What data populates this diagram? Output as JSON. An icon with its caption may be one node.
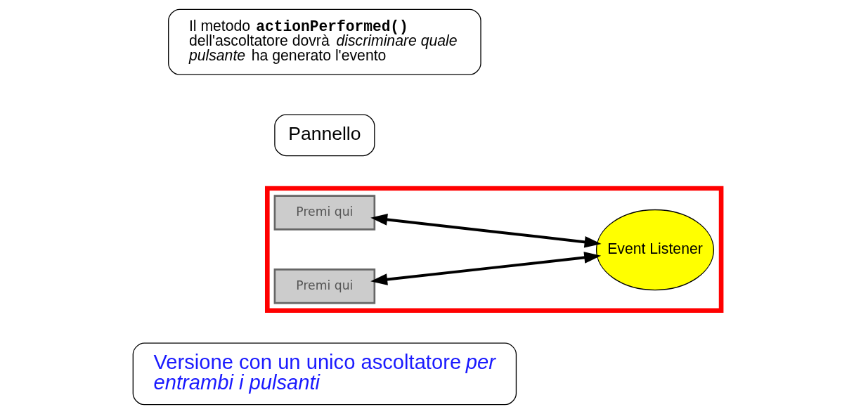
{
  "diagram": {
    "nodes": [
      {
        "text": [
          "Versione con un unico ascoltatore *per entrambi i pulsanti*"
        ]
      },
      {
        "text": [],
        "shape": "box"
      },
      {
        "text": [
          "Premi qui"
        ],
        "in": 1
      },
      {
        "text": [
          "Premi qui"
        ],
        "in": 1
      },
      {
        "text": [
          "Event Listener"
        ],
        "in": 1
      },
      {
        "text": [
          "Pannello"
        ]
      },
      {
        "text": [
          "Il metodo **actionPerformed()** dell'ascoltatore dovrà *discriminare quale pulsante* ha generato l'evento"
        ]
      }
    ],
    "edges": [
      {
        "from": 2,
        "to": 4,
        "arrow": "both"
      },
      {
        "from": 3,
        "to": 4,
        "arrow": "both"
      }
    ]
  }
}
